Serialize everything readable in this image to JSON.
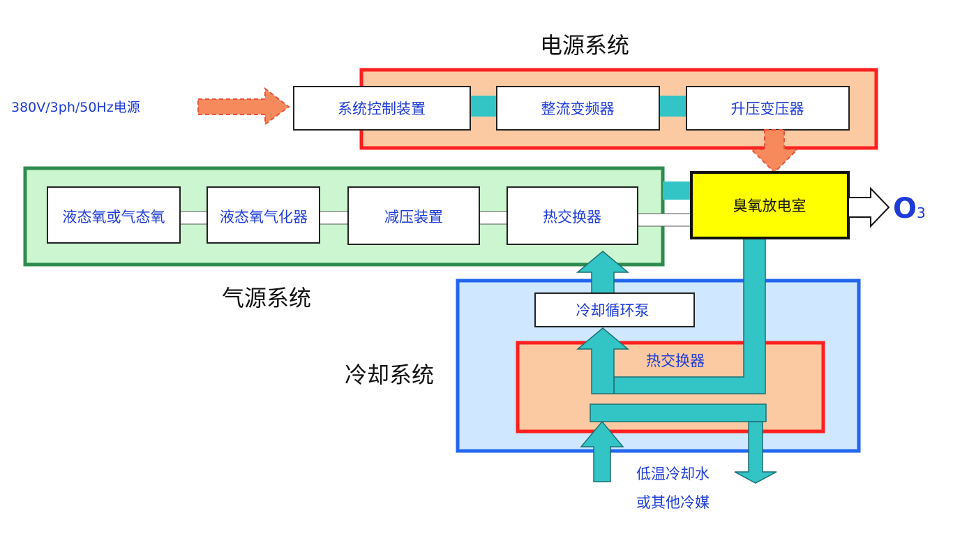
{
  "power_system": {
    "title": "电源系统",
    "input_label": "380V/3ph/50Hz电源",
    "blocks": [
      "系统控制装置",
      "整流变频器",
      "升压变压器"
    ]
  },
  "gas_system": {
    "title": "气源系统",
    "blocks": [
      "液态氧或气态氧",
      "液态氧气化器",
      "减压装置",
      "热交换器"
    ]
  },
  "discharge_chamber": {
    "label": "臭氧放电室"
  },
  "output": {
    "symbol": "O",
    "subscript": "3"
  },
  "cooling_system": {
    "title": "冷却系统",
    "pump_label": "冷却循环泵",
    "heat_exchanger_label": "热交换器",
    "coolant_line1": "低温冷却水",
    "coolant_line2": "或其他冷媒"
  },
  "colors": {
    "power_border": "#ff1f1f",
    "power_fill": "#fbcaa2",
    "gas_border": "#2e8b4e",
    "gas_fill": "#ccf6cf",
    "cooling_border": "#2266ee",
    "cooling_fill": "#cfe8ff",
    "pipe": "#33c4c6",
    "chamber_fill": "#ffff00",
    "label_blue": "#1d3bd6",
    "power_arrow": "#f78a5c"
  }
}
